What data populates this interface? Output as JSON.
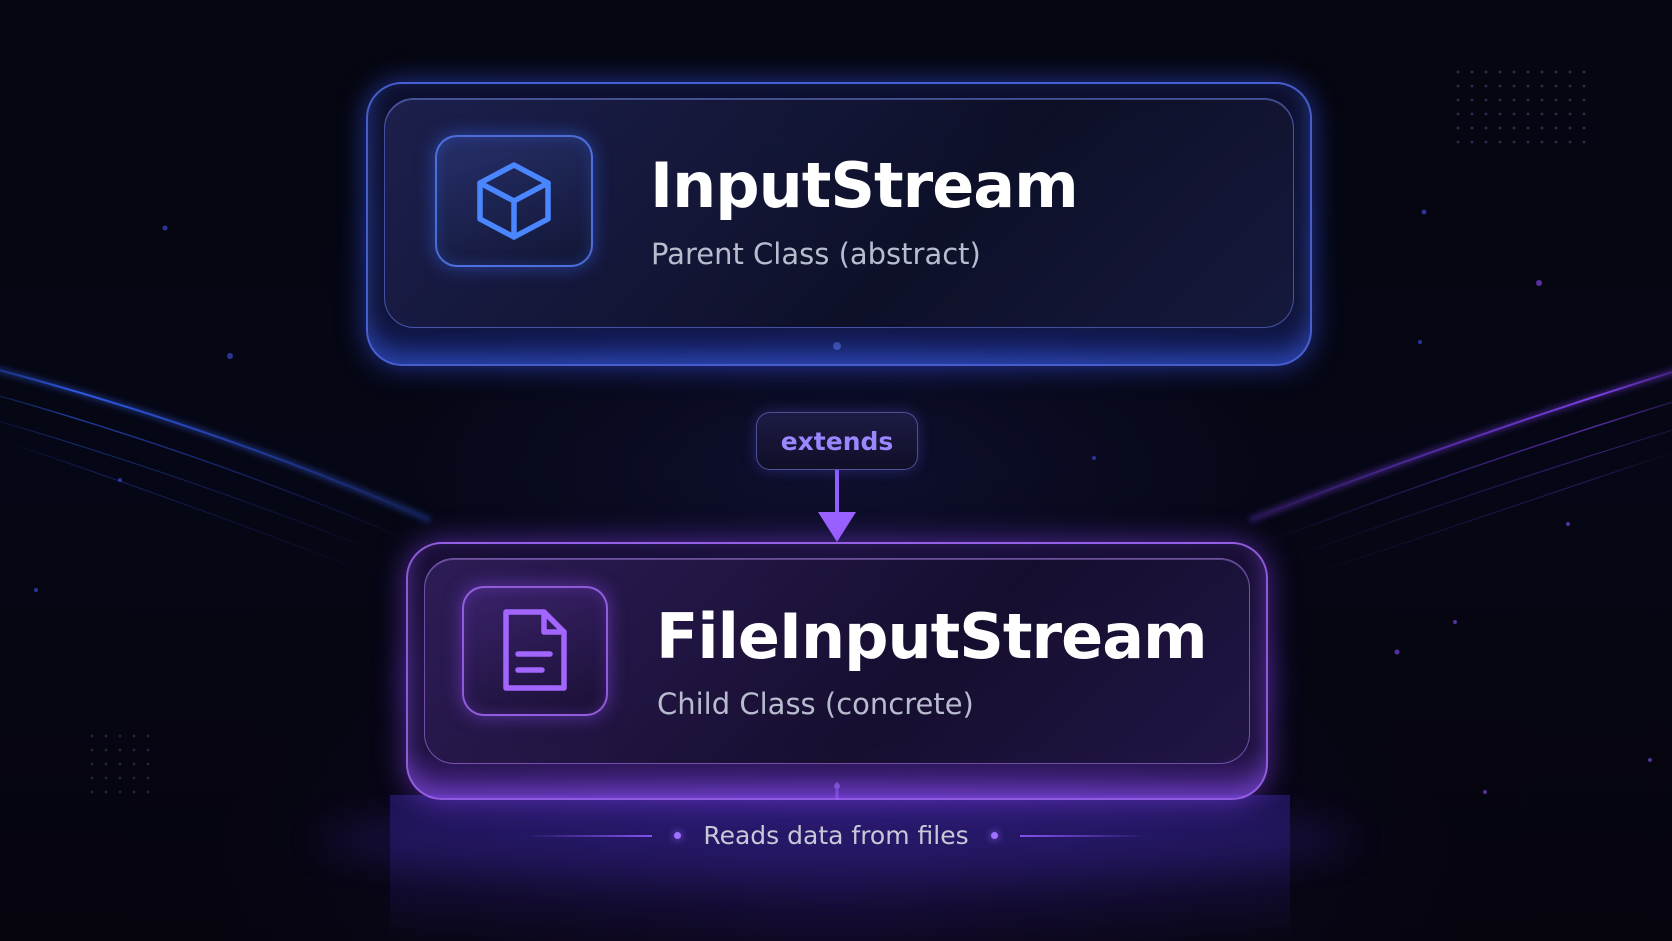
{
  "parent_class": {
    "name": "InputStream",
    "description": "Parent Class (abstract)",
    "icon": "cube-icon",
    "accent_color": "#4d7dff"
  },
  "relationship": {
    "label": "extends",
    "color": "#9a86ff"
  },
  "child_class": {
    "name": "FileInputStream",
    "description": "Child Class (concrete)",
    "icon": "document-icon",
    "accent_color": "#a368ff"
  },
  "caption": {
    "text": "Reads data from files"
  }
}
